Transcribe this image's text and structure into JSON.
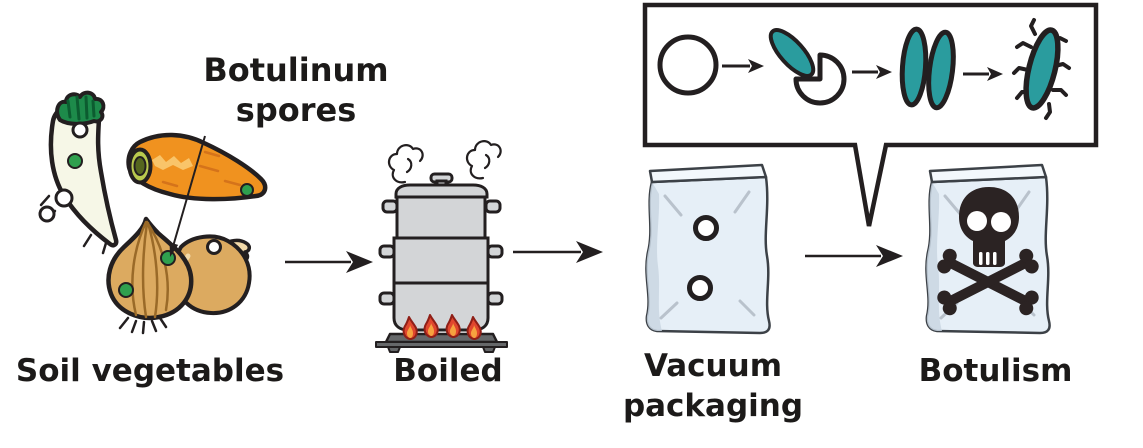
{
  "labels": {
    "botulinum_spores": "Botulinum spores",
    "soil_vegetables": "Soil vegetables",
    "boiled": "Boiled",
    "vacuum_packaging": "Vacuum\npackaging",
    "botulism": "Botulism"
  },
  "callout": {
    "stage_icons": [
      "dormant-spore-icon",
      "germinating-spore-icon",
      "vegetative-cells-icon",
      "bacterium-with-flagella-icon"
    ]
  },
  "icons": [
    "daikon-radish-icon",
    "carrot-icon",
    "onions-icon",
    "spore-dot-icon",
    "spore-pointer-arrow-icon",
    "steam-icon",
    "steamer-pot-icon",
    "flames-icon",
    "stove-base-icon",
    "flow-arrow-icon",
    "vacuum-bag-icon",
    "grommet-icon",
    "poison-bag-icon",
    "skull-crossbones-icon",
    "callout-box"
  ],
  "colors": {
    "ink": "#231f20",
    "text": "#1c1a19",
    "white": "#ffffff",
    "teal": "#2a9c9e",
    "daikon": "#f6f7e7",
    "leaf_green": "#1d8a4a",
    "leaf_dark": "#0c5c30",
    "spore_green": "#2fa04e",
    "carrot": "#f0921f",
    "carrot_light": "#f9c469",
    "carrot_dark": "#d5731a",
    "socket_ring": "#b9c94e",
    "socket_core": "#55661f",
    "onion": "#dcaa60",
    "onion_light": "#f2d9a8",
    "onion_line": "#9a6a28",
    "pot_gray": "#d3d5d7",
    "pot_dark": "#66686a",
    "flame_red": "#e0462e",
    "flame_orange": "#f6a23f",
    "flame_dark": "#8f1f17",
    "bag_blue": "#e6eff7",
    "bag_shade": "#c9d6e2",
    "bag_white": "#f3f8fc",
    "bag_outline": "#3c4147",
    "crease": "#b9c2cc",
    "skull": "#2b2323"
  }
}
